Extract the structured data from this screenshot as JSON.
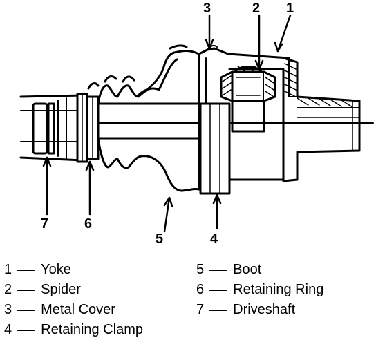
{
  "callouts": {
    "c1": "1",
    "c2": "2",
    "c3": "3",
    "c4": "4",
    "c5": "5",
    "c6": "6",
    "c7": "7"
  },
  "legend": {
    "left": [
      {
        "num": "1",
        "label": "Yoke"
      },
      {
        "num": "2",
        "label": "Spider"
      },
      {
        "num": "3",
        "label": "Metal Cover"
      },
      {
        "num": "4",
        "label": "Retaining Clamp"
      }
    ],
    "right": [
      {
        "num": "5",
        "label": "Boot"
      },
      {
        "num": "6",
        "label": "Retaining Ring"
      },
      {
        "num": "7",
        "label": "Driveshaft"
      }
    ]
  }
}
